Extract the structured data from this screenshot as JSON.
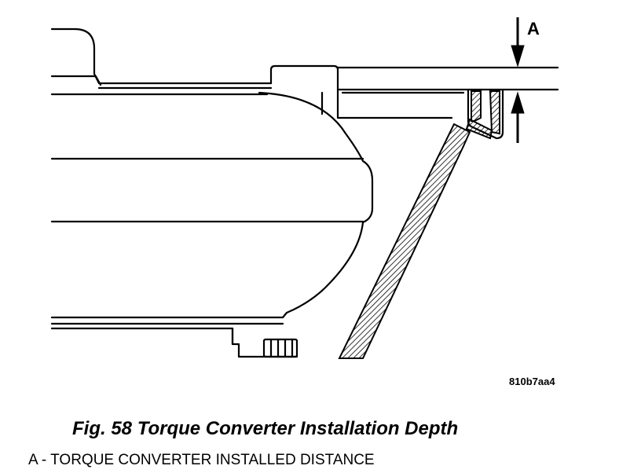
{
  "diagram": {
    "dimension_label": "A",
    "drawing_code": "810b7aa4"
  },
  "figure": {
    "caption": "Fig. 58 Torque Converter Installation Depth",
    "legend_items": [
      {
        "key": "A",
        "text": "A - TORQUE CONVERTER INSTALLED DISTANCE"
      }
    ]
  },
  "colors": {
    "ink": "#000000",
    "paper": "#ffffff"
  }
}
